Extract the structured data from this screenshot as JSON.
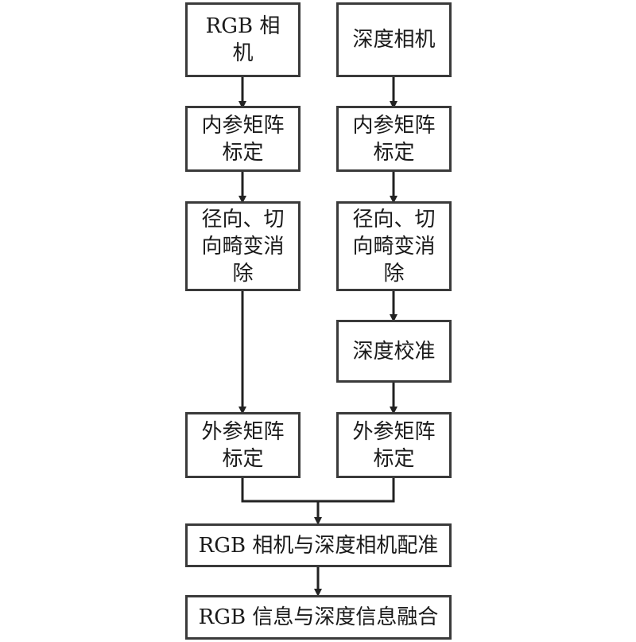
{
  "diagram": {
    "left": {
      "camera": "RGB 相机",
      "intrinsic": "内参矩阵标定",
      "distortion": "径向、切向畸变消除",
      "extrinsic": "外参矩阵标定"
    },
    "right": {
      "camera": "深度相机",
      "intrinsic": "内参矩阵标定",
      "distortion": "径向、切向畸变消除",
      "depth_calibration": "深度校准",
      "extrinsic": "外参矩阵标定"
    },
    "registration": "RGB 相机与深度相机配准",
    "fusion": "RGB 信息与深度信息融合"
  }
}
